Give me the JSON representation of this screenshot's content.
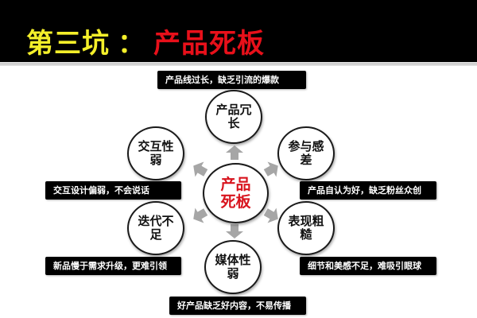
{
  "header": {
    "title_prefix": "第三坑",
    "title_colon": "：",
    "title_main": "产品死板",
    "colors": {
      "background": "#000000",
      "prefix": "#f4ef2a",
      "main": "#e8101a"
    }
  },
  "diagram": {
    "center": {
      "label": "产品死板",
      "color": "#d8141e"
    },
    "nodes": [
      {
        "id": "top",
        "label": "产品冗长",
        "description": "产品线过长，缺乏引流的爆款"
      },
      {
        "id": "upper-right",
        "label": "参与感差",
        "description": "产品自认为好，缺乏粉丝众创"
      },
      {
        "id": "lower-right",
        "label": "表现粗糙",
        "description": "细节和美感不足，难吸引眼球"
      },
      {
        "id": "bottom",
        "label": "媒体性弱",
        "description": "好产品缺乏好内容，不易传播"
      },
      {
        "id": "lower-left",
        "label": "迭代不足",
        "description": "新品慢于需求升级，更难引领"
      },
      {
        "id": "upper-left",
        "label": "交互性弱",
        "description": "交互设计偏弱，不会说话"
      }
    ],
    "arrow_icon": "gray-outward-arrow",
    "arrow_color": "#a6a6a6"
  }
}
